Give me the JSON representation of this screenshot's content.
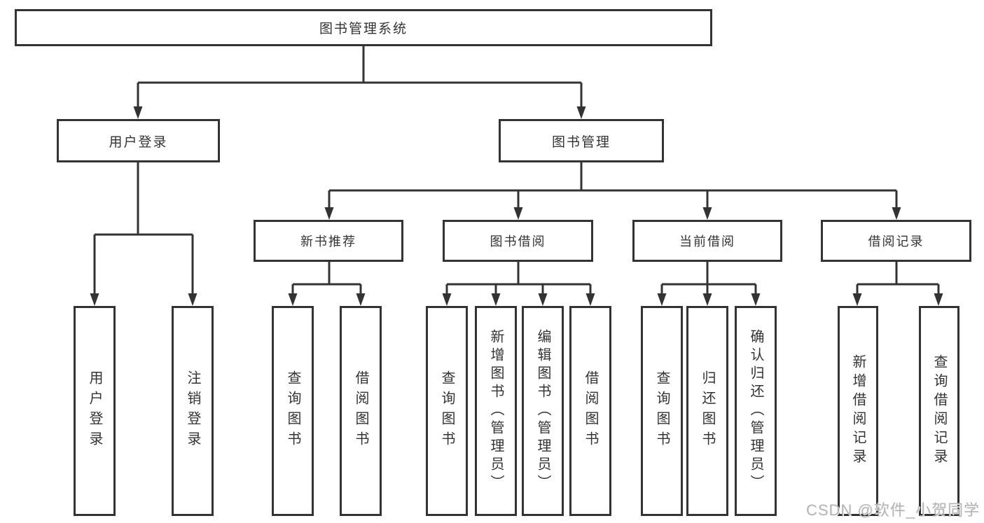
{
  "tree": {
    "root": {
      "label": "图书管理系统"
    },
    "branches": [
      {
        "label": "用户登录",
        "children": [
          {
            "label": "用户登录"
          },
          {
            "label": "注销登录"
          }
        ]
      },
      {
        "label": "图书管理",
        "children": [
          {
            "label": "新书推荐",
            "children": [
              {
                "label": "查询图书"
              },
              {
                "label": "借阅图书"
              }
            ]
          },
          {
            "label": "图书借阅",
            "children": [
              {
                "label": "查询图书"
              },
              {
                "label": "新增图书（管理员）"
              },
              {
                "label": "编辑图书（管理员）"
              },
              {
                "label": "借阅图书"
              }
            ]
          },
          {
            "label": "当前借阅",
            "children": [
              {
                "label": "查询图书"
              },
              {
                "label": "归还图书"
              },
              {
                "label": "确认归还（管理员）"
              }
            ]
          },
          {
            "label": "借阅记录",
            "children": [
              {
                "label": "新增借阅记录"
              },
              {
                "label": "查询借阅记录"
              }
            ]
          }
        ]
      }
    ]
  },
  "watermark": {
    "text": "CSDN @软件_小贺同学"
  },
  "colors": {
    "line": "#333333",
    "watermark": "#b5b5b5",
    "background": "#ffffff"
  }
}
